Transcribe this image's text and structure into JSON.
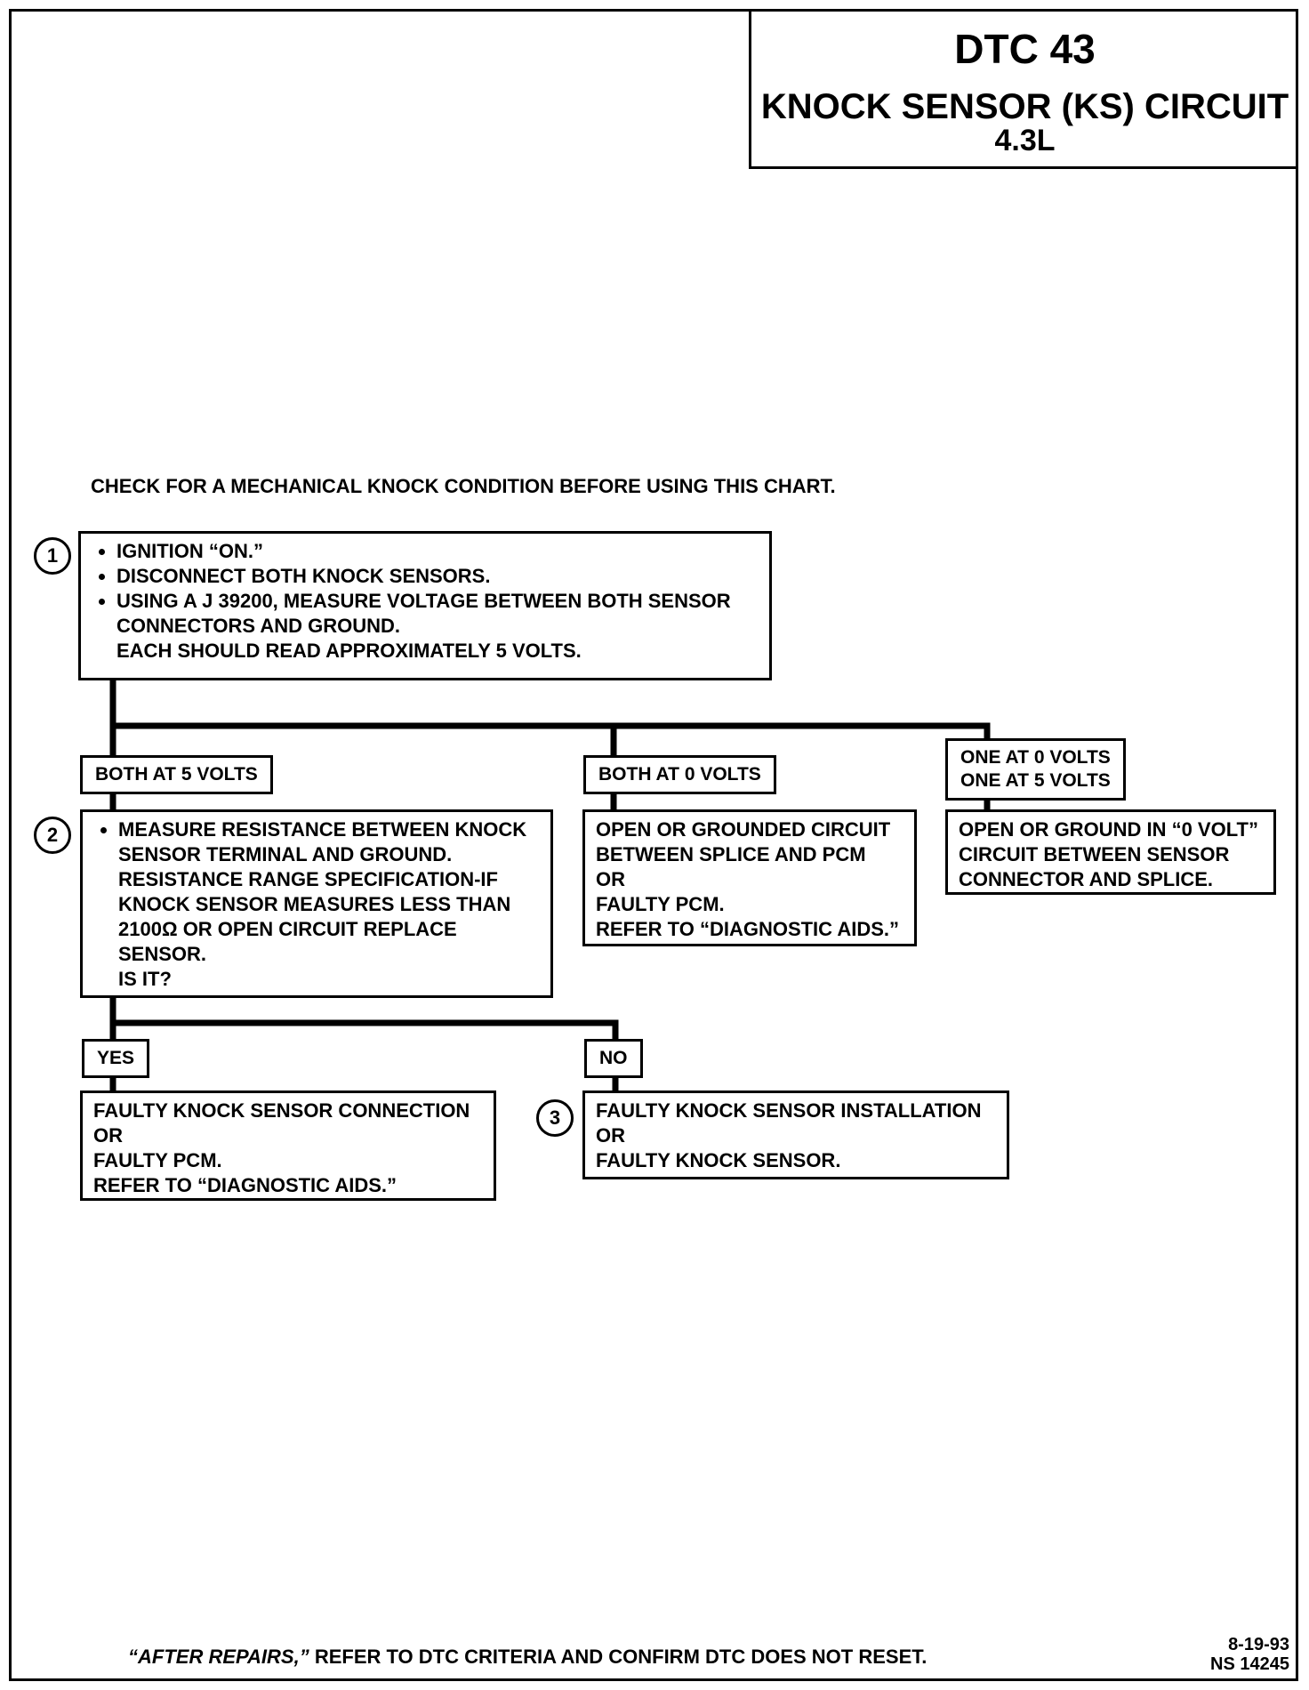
{
  "title": {
    "code": "DTC 43",
    "name": "KNOCK SENSOR (KS) CIRCUIT",
    "engine": "4.3L"
  },
  "pre_note": "CHECK FOR A MECHANICAL KNOCK CONDITION BEFORE USING THIS CHART.",
  "steps": {
    "s1": "1",
    "s2": "2",
    "s3": "3"
  },
  "box1": {
    "bullets": [
      "IGNITION “ON.”",
      "DISCONNECT BOTH KNOCK SENSORS.",
      "USING A J 39200, MEASURE VOLTAGE BETWEEN BOTH SENSOR"
    ],
    "cont1": "CONNECTORS AND GROUND.",
    "cont2": "EACH SHOULD READ APPROXIMATELY 5 VOLTS."
  },
  "labels": {
    "both5": "BOTH AT 5 VOLTS",
    "both0": "BOTH AT 0 VOLTS",
    "one0": "ONE AT 0 VOLTS",
    "one5": "ONE AT 5 VOLTS",
    "yes": "YES",
    "no": "NO"
  },
  "box2": {
    "bullet": "MEASURE RESISTANCE BETWEEN KNOCK",
    "lines": [
      "SENSOR TERMINAL AND GROUND.",
      "RESISTANCE RANGE SPECIFICATION-IF",
      "KNOCK SENSOR MEASURES LESS THAN",
      "2100Ω OR OPEN CIRCUIT REPLACE",
      "SENSOR.",
      "IS IT?"
    ]
  },
  "box_both0": [
    "OPEN OR GROUNDED CIRCUIT",
    "BETWEEN SPLICE AND PCM",
    "OR",
    "FAULTY PCM.",
    "REFER TO “DIAGNOSTIC AIDS.”"
  ],
  "box_one": [
    "OPEN OR GROUND IN “0 VOLT”",
    "CIRCUIT BETWEEN SENSOR",
    "CONNECTOR AND SPLICE."
  ],
  "box_yes": [
    "FAULTY KNOCK SENSOR CONNECTION",
    "OR",
    "FAULTY PCM.",
    "REFER TO “DIAGNOSTIC AIDS.”"
  ],
  "box_no": [
    "FAULTY KNOCK SENSOR INSTALLATION",
    "OR",
    "FAULTY KNOCK SENSOR."
  ],
  "footer": {
    "italic": "“AFTER REPAIRS,”",
    "rest": " REFER TO DTC CRITERIA AND CONFIRM DTC DOES NOT RESET."
  },
  "code": {
    "date": "8-19-93",
    "ns": "NS  14245"
  }
}
